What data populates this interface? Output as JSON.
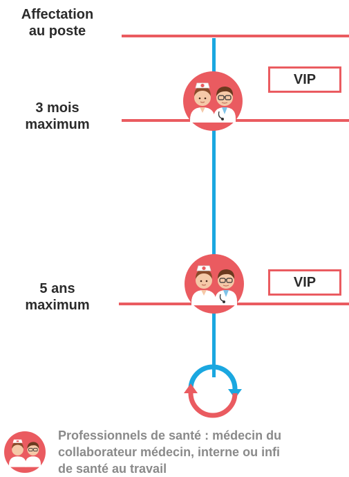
{
  "stages": [
    {
      "label": "Affectation\nau poste"
    },
    {
      "label": "3 mois\nmaximum"
    },
    {
      "label": "5 ans\nmaximum"
    }
  ],
  "vip_boxes": [
    {
      "label": "VIP"
    },
    {
      "label": "VIP"
    }
  ],
  "icons": {
    "staff_badge": "nurse-and-doctor-icon",
    "cycle": "cycle-arrows-icon"
  },
  "legend": {
    "line1": "Professionnels de santé : médecin du",
    "line2": "collaborateur médecin, interne ou infi",
    "line3": "de santé au travail"
  },
  "colors": {
    "accent_red": "#ea5b60",
    "timeline_blue": "#1aa7e0",
    "label_text": "#2b2b2b",
    "legend_text": "#8a8a8a"
  }
}
